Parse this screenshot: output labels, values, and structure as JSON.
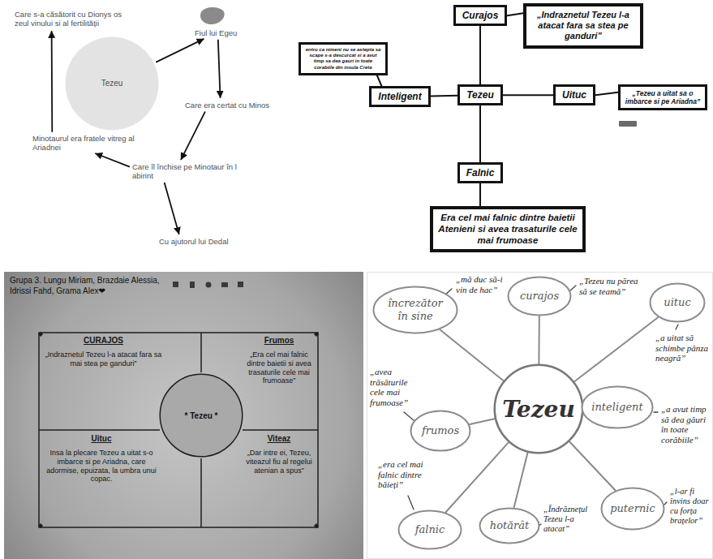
{
  "diagram": {
    "nodes": [
      {
        "text": [
          "Care s-a căsătorit cu Dionys os zeul vinului si al fertilității"
        ]
      },
      {
        "text": [
          "Tezeu"
        ]
      },
      {
        "text": [
          "Fiul lui Egeu"
        ]
      },
      {
        "text": [
          "Care era certat cu Minos"
        ]
      },
      {
        "text": [
          "Minotaurul era fratele vitreg al Ariadnei"
        ]
      },
      {
        "text": [
          "Care îl închise pe Minotaur în l abirint"
        ]
      },
      {
        "text": [
          "Cu ajutorul lui Dedal"
        ]
      },
      {
        "text": [
          "Curajos"
        ]
      },
      {
        "text": [
          "„Indraznetul Tezeu l-a atacat fara sa stea pe ganduri”"
        ]
      },
      {
        "text": [
          "entru ca nimeni nu se astepta sa scape s-a descurcat si a avut timp sa dea gauri in toate corabiile din insula Creta"
        ]
      },
      {
        "text": [
          "Inteligent"
        ]
      },
      {
        "text": [
          "Tezeu"
        ]
      },
      {
        "text": [
          "Uituc"
        ]
      },
      {
        "text": [
          "„Tezeu a uitat sa o imbarce si pe Ariadna”"
        ]
      },
      {
        "text": [
          "Falnic"
        ]
      },
      {
        "text": [
          "Era cel mai falnic dintre baietii Atenieni si avea trasaturile cele mai frumoase"
        ]
      },
      {
        "text": [
          "CURAJOS",
          "„Indraznetul Tezeu l-a atacat fara sa mai stea pe ganduri”"
        ]
      },
      {
        "text": [
          "Frumos",
          "„Era cel mai falnic dintre baietii si avea trasaturile cele mai frumoase”"
        ]
      },
      {
        "text": [
          "* Tezeu *"
        ]
      },
      {
        "text": [
          "Uituc",
          "Insa la plecare Tezeu a uitat s-o imbarce si pe Ariadna, care adormise, epuizata, la umbra unui copac."
        ]
      },
      {
        "text": [
          "Viteaz",
          "„Dar intre ei, Tezeu, viteazul fiu al regelui atenian a spus”"
        ]
      },
      {
        "text": [
          "încrezător în sine"
        ]
      },
      {
        "text": [
          "curajos"
        ]
      },
      {
        "text": [
          "uituc"
        ]
      },
      {
        "text": [
          "frumos"
        ]
      },
      {
        "text": [
          "Tezeu"
        ]
      },
      {
        "text": [
          "inteligent"
        ]
      },
      {
        "text": [
          "falnic"
        ]
      },
      {
        "text": [
          "hotărât"
        ]
      },
      {
        "text": [
          "puternic"
        ]
      }
    ],
    "edges": [
      {
        "from": 1,
        "to": 2,
        "arrow": "to"
      },
      {
        "from": 2,
        "to": 3,
        "arrow": "to"
      },
      {
        "from": 3,
        "to": 5,
        "arrow": "to"
      },
      {
        "from": 5,
        "to": 4,
        "arrow": "to"
      },
      {
        "from": 5,
        "to": 6,
        "arrow": "to"
      },
      {
        "from": 4,
        "to": 0,
        "arrow": "to"
      },
      {
        "from": 11,
        "to": 7,
        "arrow": "none"
      },
      {
        "from": 7,
        "to": 8,
        "arrow": "none"
      },
      {
        "from": 11,
        "to": 10,
        "arrow": "none"
      },
      {
        "from": 10,
        "to": 9,
        "arrow": "none"
      },
      {
        "from": 11,
        "to": 12,
        "arrow": "none"
      },
      {
        "from": 12,
        "to": 13,
        "arrow": "none"
      },
      {
        "from": 11,
        "to": 14,
        "arrow": "none"
      },
      {
        "from": 14,
        "to": 15,
        "arrow": "none"
      },
      {
        "from": 25,
        "to": 21,
        "arrow": "none"
      },
      {
        "from": 25,
        "to": 22,
        "arrow": "none"
      },
      {
        "from": 25,
        "to": 23,
        "arrow": "none"
      },
      {
        "from": 25,
        "to": 24,
        "arrow": "none"
      },
      {
        "from": 25,
        "to": 26,
        "arrow": "none"
      },
      {
        "from": 25,
        "to": 27,
        "arrow": "none"
      },
      {
        "from": 25,
        "to": 28,
        "arrow": "none"
      },
      {
        "from": 25,
        "to": 29,
        "arrow": "none"
      }
    ],
    "labels": [
      "Grupa 3. Lungu Miriam, Brazdaie Alessia, Idrissi Fahd, Grama Alex❤",
      "„mă duc să-i vin de hac”",
      "„Tezeu nu părea să se teamă”",
      "„a uitat să schimbe pânza neagră”",
      "„avea trăsăturile cele mai frumoase”",
      "„a avut timp să dea găuri în toate corăbiile”",
      "„era cel mai falnic dintre băieți”",
      "„Îndrăznețul Tezeu l-a atacat”",
      "„l-ar fi învins doar cu forța brațelor”"
    ]
  }
}
